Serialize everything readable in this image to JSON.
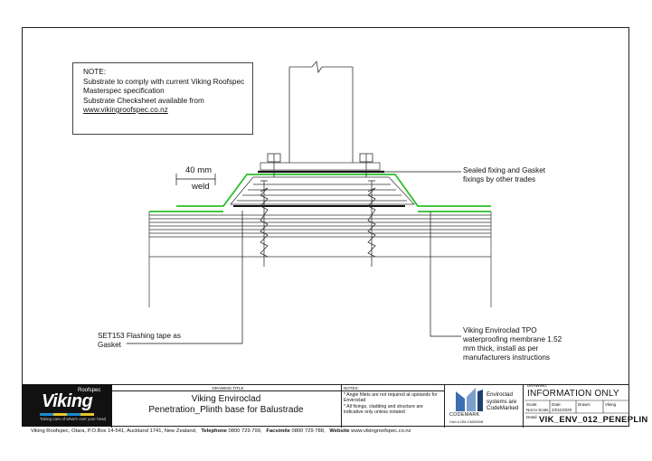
{
  "note": {
    "lines": [
      "NOTE:",
      "Substrate to comply with current Viking Roofspec",
      "Masterspec specification",
      "Substrate Checksheet available from"
    ],
    "link": "www.vikingroofspec.co.nz"
  },
  "callouts": {
    "weld_dim": "40 mm",
    "weld": "weld",
    "sealed_1": "Sealed fixing and Gasket",
    "sealed_2": "fixings by other trades",
    "flash_1": "SET153 Flashing tape as",
    "flash_2": "Gasket",
    "mem_1": "Viking Enviroclad TPO",
    "mem_2": "waterproofing membrane 1.52",
    "mem_3": "mm thick, install as per",
    "mem_4": "manufacturers instructions"
  },
  "colors": {
    "membrane": "#2bbf2b",
    "line": "#111111"
  },
  "title_block": {
    "logo_brand": "Viking",
    "logo_sub": "Roofspec",
    "logo_tag": "Taking care of what's over your head",
    "drawing_title_header": "DRAWING TITLE",
    "title_1": "Viking Enviroclad",
    "title_2": "Penetration_Plinth base for Balustrade",
    "notes_header": "NOTES:",
    "notes": [
      "* Angle fillets are not required at upstands for Enviroclad",
      "* All fixings, cladding and structure are indicative only unless notated"
    ],
    "cm_text": [
      "Enviroclad",
      "systems are",
      "CodeMarked"
    ],
    "cm_brand": "CODEMARK",
    "cm_cert": "Cert # GM-CM30008",
    "drawing_header": "DRAWING",
    "info": "INFORMATION ONLY",
    "scale_label": "Scale:",
    "scale_value": "Not to Scale",
    "date_label": "Date:",
    "date_value": "23/11/2020",
    "drawn_label": "Drawn:",
    "drawn_value": "Viking",
    "detail_label": "Detail",
    "detail_value": "VIK_ENV_012_PENEPLIN"
  },
  "footer": {
    "address": "Viking Roofspec, Otara, P.O.Box 14-541, Auckland 1741, New Zealand,",
    "tel_label": "Telephone",
    "tel": "0800 729 799,",
    "fax_label": "Facsimile",
    "fax": "0800 729 788,",
    "web_label": "Website",
    "web": "www.vikingroofspec.co.nz"
  }
}
